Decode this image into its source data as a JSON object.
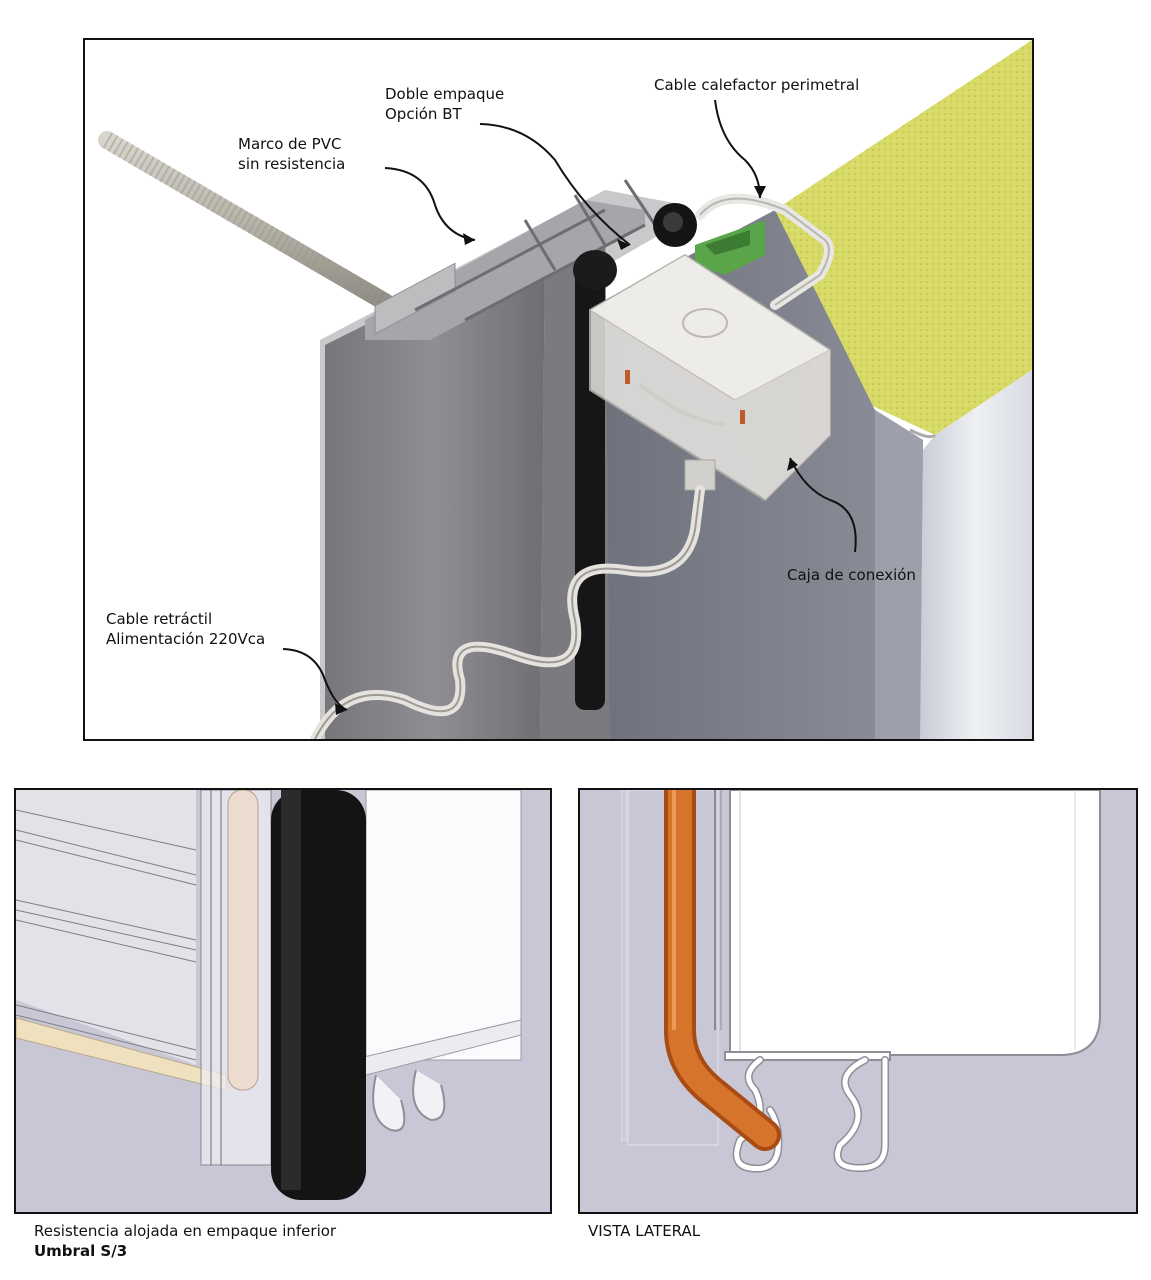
{
  "main_view": {
    "labels": {
      "marco_line1": "Marco de PVC",
      "marco_line2": "sin resistencia",
      "doble_line1": "Doble empaque",
      "doble_line2": "Opción BT",
      "cable_calefactor": "Cable calefactor perimetral",
      "caja": "Caja de conexión",
      "retractil_line1": "Cable retráctil",
      "retractil_line2": "Alimentación 220Vca"
    }
  },
  "bottom_left": {
    "caption_line1": "Resistencia  alojada en empaque inferior",
    "caption_line2": "Umbral S/3"
  },
  "bottom_right": {
    "caption": "VISTA LATERAL"
  },
  "colors": {
    "foam_yellow": "#d9dc6a",
    "pvc_gray": "#8a8a8e",
    "gasket_black": "#151515",
    "heater_orange": "#c8601a",
    "background_lavender": "#c9c7d6"
  }
}
